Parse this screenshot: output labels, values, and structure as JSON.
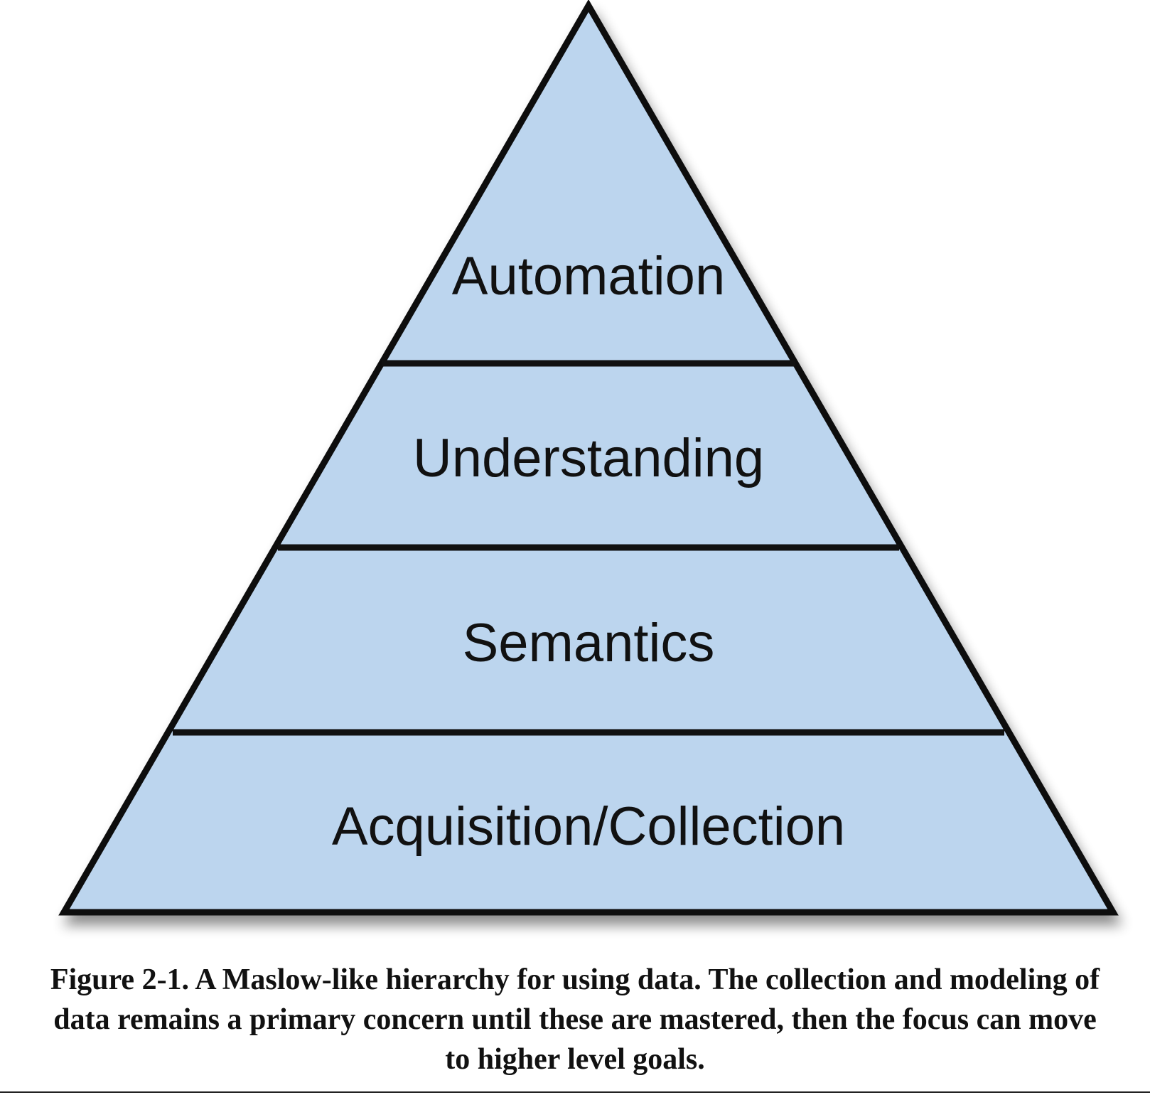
{
  "diagram": {
    "type": "pyramid",
    "fill_color": "#bcd5ee",
    "stroke_color": "#111111",
    "levels_top_to_bottom": [
      {
        "label": "Automation"
      },
      {
        "label": "Understanding"
      },
      {
        "label": "Semantics"
      },
      {
        "label": "Acquisition/Collection"
      }
    ]
  },
  "caption": {
    "text": "Figure 2-1. A Maslow-like hierarchy for using data. The collection and modeling of data remains a primary concern until these are mastered, then the focus can move to higher level goals."
  }
}
